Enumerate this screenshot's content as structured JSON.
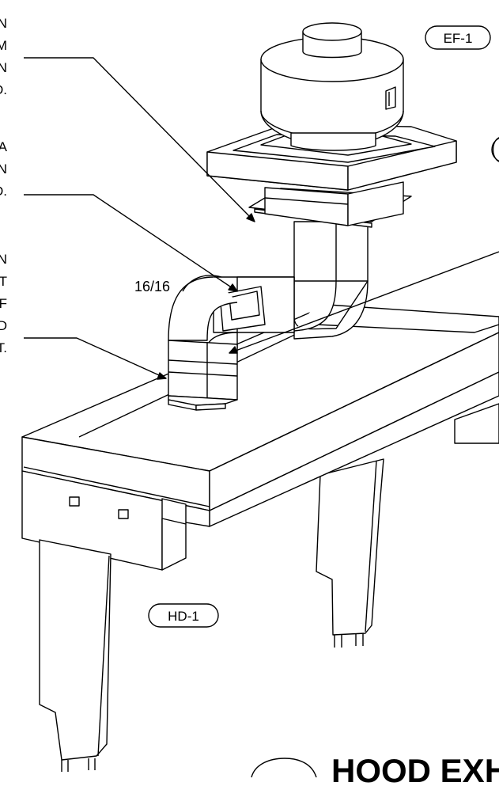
{
  "notes": [
    {
      "lines": [
        "N",
        "M",
        "N",
        "D."
      ]
    },
    {
      "lines": [
        "A",
        "N",
        "D."
      ]
    },
    {
      "lines": [
        "N",
        "T",
        "F",
        "D",
        "T."
      ]
    }
  ],
  "tags": {
    "exhaust_fan": "EF-1",
    "hood": "HD-1"
  },
  "duct_size": "16/16",
  "title": "HOOD EXH"
}
